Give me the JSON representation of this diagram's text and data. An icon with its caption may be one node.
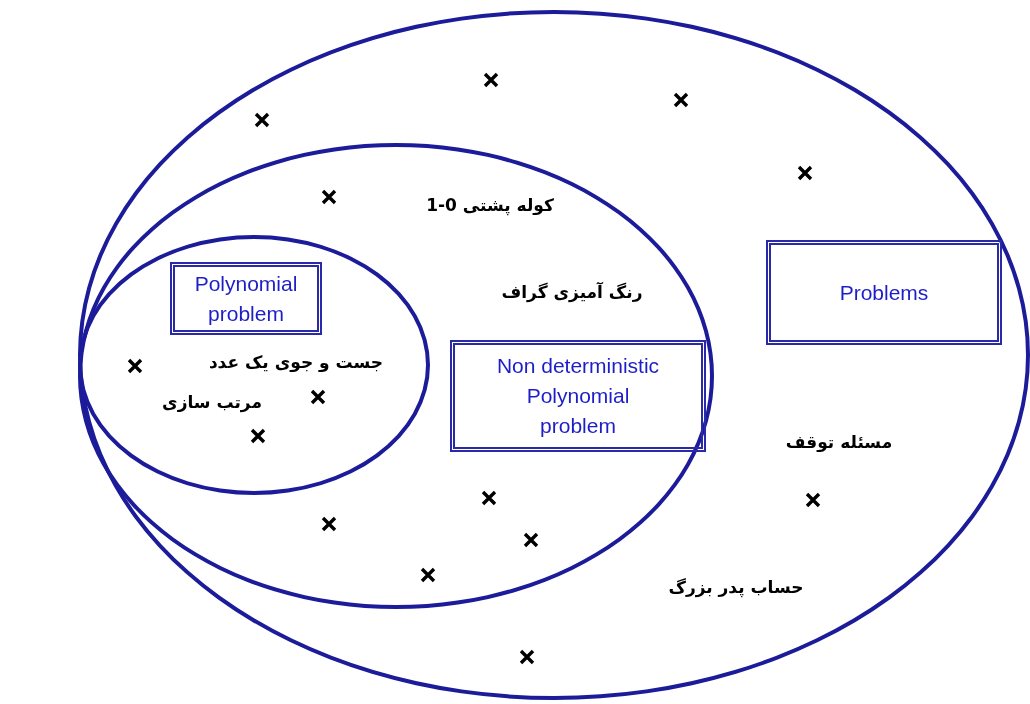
{
  "diagram": {
    "nodes": [
      {
        "text": [],
        "shape": "ellipse"
      },
      {
        "text": [
          "Problems"
        ],
        "in": 0
      },
      {
        "text": [],
        "shape": "ellipse",
        "in": 0
      },
      {
        "text": [
          "Non deterministic Polynomial problem"
        ],
        "in": 2
      },
      {
        "text": [],
        "shape": "ellipse",
        "in": 2
      },
      {
        "text": [
          "Polynomial problem"
        ],
        "in": 4
      }
    ],
    "edges": [],
    "labels": [
      "کوله پشتی 0-1",
      "رنگ آمیزی گراف",
      "جست و جوی یک عدد",
      "مرتب سازی",
      "مسئله توقف",
      "حساب پدر بزرگ"
    ]
  }
}
